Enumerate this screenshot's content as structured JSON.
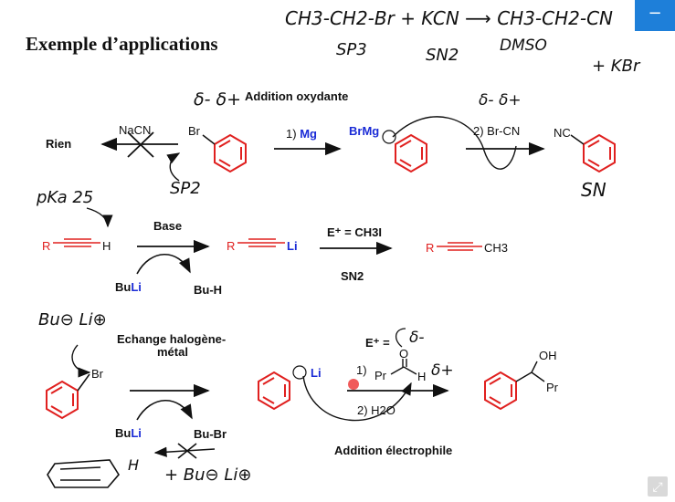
{
  "header": {
    "title": "Exemple d’applications",
    "minimize_glyph": "−",
    "expand_glyph": "⤢"
  },
  "notes": {
    "top_equation_line1": "CH3-CH2-Br + KCN ⟶ CH3-CH2-CN",
    "top_equation_line2_left": "SP3",
    "top_equation_line2_mid": "SN2",
    "top_equation_line2_solvent": "DMSO",
    "top_equation_line3": "+ KBr",
    "delta_br": "δ- δ+",
    "delta_brcn": "δ- δ+",
    "sp2_note": "SP2",
    "sn_note": "SN",
    "pka_note": "pKa 25",
    "bu_li_note": "Bu⊖ Li⊕",
    "delta_carbonyl_minus": "δ-",
    "delta_carbonyl_plus": "δ+",
    "bottom_note_left": "H",
    "bottom_note_right": "+ Bu⊖ Li⊕"
  },
  "row1": {
    "section_title": "Addition oxydante",
    "rien": "Rien",
    "nacn": "NaCN",
    "br": "Br",
    "step1_prefix": "1)",
    "step1_reagent": "Mg",
    "brmg": "BrMg",
    "step2": "2) Br-CN",
    "nc": "NC"
  },
  "row2": {
    "base": "Base",
    "r1": "R",
    "h": "H",
    "r2": "R",
    "li": "Li",
    "electrophile": "E⁺ = CH3I",
    "r3": "R",
    "ch3": "CH3",
    "sn2": "SN2",
    "bu": "Bu",
    "buli_li": "Li",
    "buh": "Bu-H"
  },
  "row3": {
    "echange_line1": "Echange halogène-",
    "echange_line2": "métal",
    "br": "Br",
    "bu": "Bu",
    "buli_li": "Li",
    "bubr": "Bu-Br",
    "li": "Li",
    "electrophile": "E⁺ =",
    "step1": "1)",
    "pr": "Pr",
    "o": "O",
    "h": "H",
    "step2": "2) H2O",
    "oh": "OH",
    "pr2": "Pr",
    "addition": "Addition électrophile"
  },
  "colors": {
    "red": "#e0201f",
    "blue": "#1a2bd6",
    "accent": "#1e7fd9",
    "ink": "#111111"
  }
}
